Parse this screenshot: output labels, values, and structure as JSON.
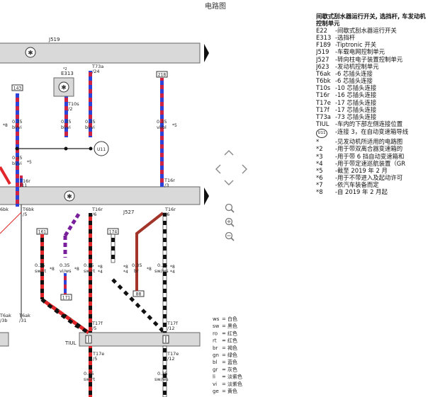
{
  "window": {
    "title": "电路图"
  },
  "legend": {
    "title": "间歇式刮水器运行开关, 选挡杆, 车发动机控制单元",
    "components": [
      {
        "code": "E22",
        "desc": "-间歇式刮水器运行开关"
      },
      {
        "code": "E313",
        "desc": "-选挡杆"
      },
      {
        "code": "F189",
        "desc": "-Tiptronic 开关"
      },
      {
        "code": "J519",
        "desc": "-车载电网控制单元"
      },
      {
        "code": "J527",
        "desc": "-转向柱电子装置控制单元"
      },
      {
        "code": "J623",
        "desc": "-发动机控制单元"
      },
      {
        "code": "T6ak",
        "desc": "-6 芯插头连接"
      },
      {
        "code": "T6bk",
        "desc": "-6 芯插头连接"
      },
      {
        "code": "T10s",
        "desc": "-10 芯插头连接"
      },
      {
        "code": "T16r",
        "desc": "-16 芯插头连接"
      },
      {
        "code": "T17e",
        "desc": "-17 芯插头连接"
      },
      {
        "code": "T17f",
        "desc": "-17 芯插头连接"
      },
      {
        "code": "T73a",
        "desc": "-73 芯插头连接"
      },
      {
        "code": "TIUL",
        "desc": "-车内的下部左侧连接位置"
      }
    ],
    "connection": {
      "code": "U11",
      "desc": "-连接 3，在自动变速箱导线"
    },
    "notes": [
      {
        "code": "*",
        "desc": "-见发动机所适用的电路图"
      },
      {
        "code": "*2",
        "desc": "-用于带双离合器变速箱的"
      },
      {
        "code": "*3",
        "desc": "-用于带 6 挡自动变速箱和"
      },
      {
        "code": "*4",
        "desc": "-用于带定速巡航装置（GR"
      },
      {
        "code": "*5",
        "desc": "-截至 2019 年 2 月"
      },
      {
        "code": "*6",
        "desc": "-用于不带进入及起动许可"
      },
      {
        "code": "*7",
        "desc": "-依汽车装备而定"
      },
      {
        "code": "*8",
        "desc": "-自 2019 年 2 月起"
      }
    ]
  },
  "color_codes": [
    {
      "abbr": "ws",
      "name": "白色"
    },
    {
      "abbr": "sw",
      "name": "黑色"
    },
    {
      "abbr": "ro",
      "name": "红色"
    },
    {
      "abbr": "rt",
      "name": "红色"
    },
    {
      "abbr": "br",
      "name": "褐色"
    },
    {
      "abbr": "gn",
      "name": "绿色"
    },
    {
      "abbr": "bl",
      "name": "蓝色"
    },
    {
      "abbr": "gr",
      "name": "灰色"
    },
    {
      "abbr": "li",
      "name": "淡紫色"
    },
    {
      "abbr": "vi",
      "name": "淡紫色"
    },
    {
      "abbr": "ge",
      "name": "黄色"
    }
  ],
  "diagram": {
    "units": {
      "J519": "J519",
      "J527": "J527",
      "TIUL": "TIUL"
    },
    "components": {
      "E313": "E313",
      "E313_mark": "*2"
    },
    "refs": {
      "r143": "143",
      "r218": "218",
      "r161": "161",
      "r174": "174",
      "r171": "171",
      "r88": "88"
    },
    "connectors": {
      "T73a": "T73a",
      "T73a_pin": "/24",
      "T10s": "T10s",
      "T10s_pin": "/2",
      "T16r_l": "T16r",
      "T16r_l_pin": "/11",
      "T16r_r": "T16r",
      "T16r_r_pin": "/3",
      "T6bk": "T6bk",
      "T6bk_pin": "/5",
      "T16r_m1": "T16r",
      "T16r_m1_pin": "/6",
      "T16r_m2": "T16r",
      "T16r_m2_pin": "/6",
      "T6ak_bl": "T6ak",
      "T6ak_bl_pin": "/3b",
      "T6ak_b2": "T6ak",
      "T6ak_b2_pin": "/31",
      "T17f_l": "T17f",
      "T17f_l_pin": "/5",
      "T17f_r": "T17f",
      "T17f_r_pin": "/12",
      "T17e_l": "T17e",
      "T17e_l_pin": "/5",
      "T17e_r": "T17e",
      "T17e_r_pin": "/12",
      "U11": "U11",
      "fragment_6bk": "6bk",
      "fragment_5": "/5"
    },
    "wires": {
      "w1_size": "0.35",
      "w1_col": "bl/vi",
      "w2_size": "0.35",
      "w2_col": "bl/vi",
      "w3_size": "0.35",
      "w3_col": "bl/vi",
      "w4_size": "0.35",
      "w4_col": "vi/bl",
      "w5_size": "0.35",
      "w5_col": "bl/vi",
      "w6_size": "0.35",
      "w6_col": "sw/rt",
      "w7_size": "0.35",
      "w7_col": "vi/ws",
      "w8_size": "0.35",
      "w8_col": "sw/rt",
      "w9_size": "0.35",
      "w9_col": "br",
      "w10_size": "0.35",
      "w10_col": "sw/ws",
      "w11_size": "0.35",
      "w11_col": "sw/rt",
      "w12_size": "0.35",
      "w12_col": "sw/ws"
    },
    "marks": {
      "s8a": "*8",
      "s5a": "*5",
      "s5b": "*5",
      "s8b": "*8",
      "s8c": "*8",
      "s8d": "*8",
      "s4a": "*4",
      "s8e": "*8",
      "s8f": "*8",
      "s4b": "*4",
      "s4c": "*4",
      "s8g": "*8"
    }
  }
}
